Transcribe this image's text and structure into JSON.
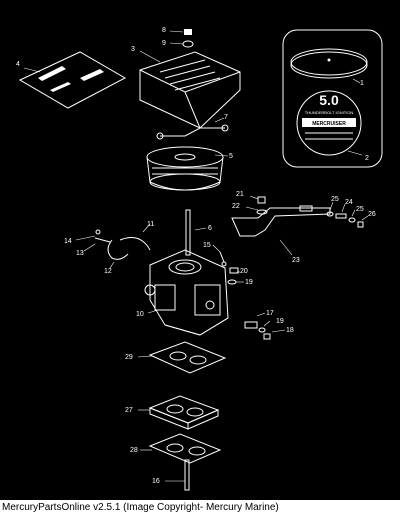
{
  "caption": "MercuryPartsOnline v2.5.1 (Image Copyright- Mercury Marine)",
  "decal_text": {
    "engine": "5.0",
    "subtitle": "THUNDERBOLT IGNITION",
    "brand": "MERCRUISER"
  },
  "callouts": [
    {
      "id": "1",
      "label": "1"
    },
    {
      "id": "2",
      "label": "2"
    },
    {
      "id": "3",
      "label": "3"
    },
    {
      "id": "4",
      "label": "4"
    },
    {
      "id": "5",
      "label": "5"
    },
    {
      "id": "6",
      "label": "6"
    },
    {
      "id": "7",
      "label": "7"
    },
    {
      "id": "8",
      "label": "8"
    },
    {
      "id": "9",
      "label": "9"
    },
    {
      "id": "10",
      "label": "10"
    },
    {
      "id": "11",
      "label": "11"
    },
    {
      "id": "12",
      "label": "12"
    },
    {
      "id": "13",
      "label": "13"
    },
    {
      "id": "14",
      "label": "14"
    },
    {
      "id": "15",
      "label": "15"
    },
    {
      "id": "16",
      "label": "16"
    },
    {
      "id": "17",
      "label": "17"
    },
    {
      "id": "18",
      "label": "18"
    },
    {
      "id": "19a",
      "label": "19"
    },
    {
      "id": "19b",
      "label": "19"
    },
    {
      "id": "20",
      "label": "20"
    },
    {
      "id": "21",
      "label": "21"
    },
    {
      "id": "22",
      "label": "22"
    },
    {
      "id": "23",
      "label": "23"
    },
    {
      "id": "24",
      "label": "24"
    },
    {
      "id": "25a",
      "label": "25"
    },
    {
      "id": "25b",
      "label": "25"
    },
    {
      "id": "26",
      "label": "26"
    },
    {
      "id": "27",
      "label": "27"
    },
    {
      "id": "28",
      "label": "28"
    },
    {
      "id": "29",
      "label": "29"
    }
  ]
}
